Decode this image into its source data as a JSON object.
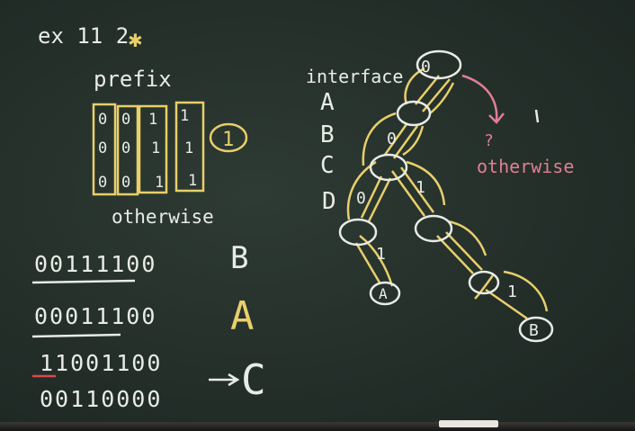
{
  "board": {
    "title": "ex 11 2",
    "prefix_label": "prefix",
    "prefix_columns": [
      [
        "0",
        "0",
        "0"
      ],
      [
        "0",
        "0",
        "0"
      ],
      [
        "1",
        "1",
        "1"
      ],
      [
        "1",
        "1",
        "1"
      ]
    ],
    "circled_one": "1",
    "otherwise_left": "otherwise",
    "binary_rows": [
      {
        "bits": "00111100",
        "letter": "B"
      },
      {
        "bits": "00011100",
        "letter": "A"
      },
      {
        "bits": "11001100",
        "letter": ""
      },
      {
        "bits": "00110000",
        "letter": "C"
      }
    ],
    "interface_label": "interface",
    "interface_list": [
      "A",
      "B",
      "C",
      "D"
    ],
    "tree_edge_labels": [
      "0",
      "0",
      "1",
      "0",
      "1",
      "1"
    ],
    "otherwise_right": "otherwise",
    "leaf_A": "A",
    "leaf_B": "B",
    "colors": {
      "board": "#26312c",
      "chalk_white": "#e9ece6",
      "chalk_yellow": "#e8cf6a",
      "chalk_pink": "#e07f95",
      "chalk_red": "#d84a4a"
    }
  }
}
